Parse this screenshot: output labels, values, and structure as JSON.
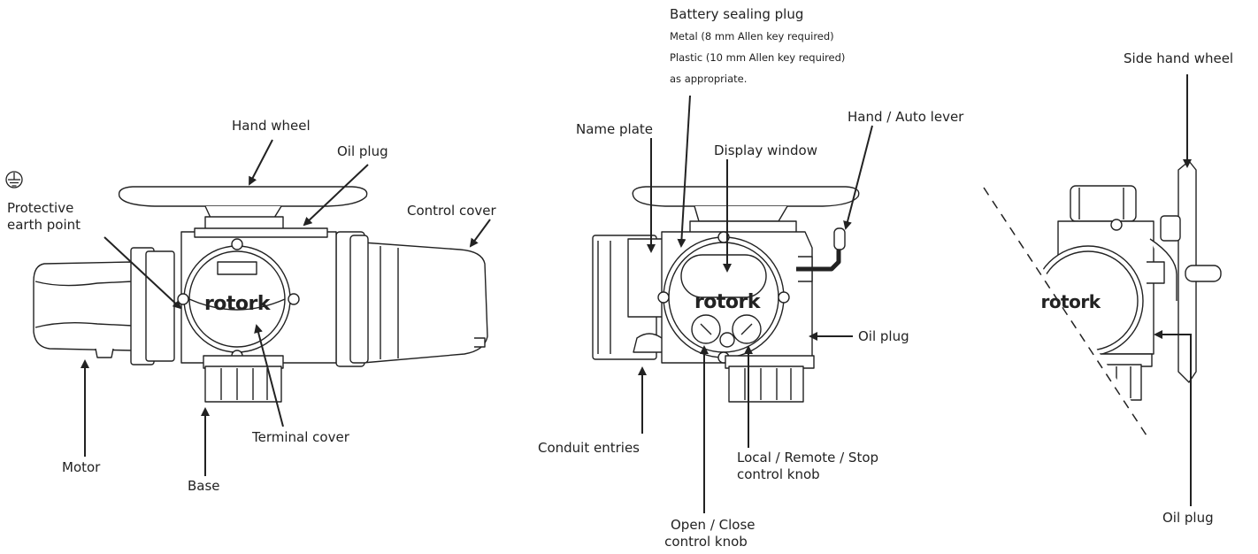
{
  "earth_symbol": "protective-earth-icon",
  "labels": {
    "hand_wheel": "Hand wheel",
    "oil_plug_top": "Oil plug",
    "control_cover": "Control cover",
    "protective_earth_1": "Protective",
    "protective_earth_2": "earth point",
    "motor": "Motor",
    "base": "Base",
    "terminal_cover": "Terminal cover",
    "battery_title": "Battery sealing plug",
    "battery_line1": "Metal (8 mm Allen key required)",
    "battery_line2": "Plastic (10 mm Allen key required)",
    "battery_line3": "as appropriate.",
    "name_plate": "Name plate",
    "display_window": "Display window",
    "hand_auto_lever": "Hand / Auto lever",
    "oil_plug_mid": "Oil plug",
    "conduit_entries": "Conduit entries",
    "local_remote_1": "Local / Remote / Stop",
    "local_remote_2": "control knob",
    "open_close_1": "Open / Close",
    "open_close_2": "control knob",
    "side_hand_wheel": "Side hand wheel",
    "oil_plug_right": "Oil plug"
  },
  "logo_text": "rotork",
  "colors": {
    "line": "#222222",
    "fill": "#ffffff"
  }
}
